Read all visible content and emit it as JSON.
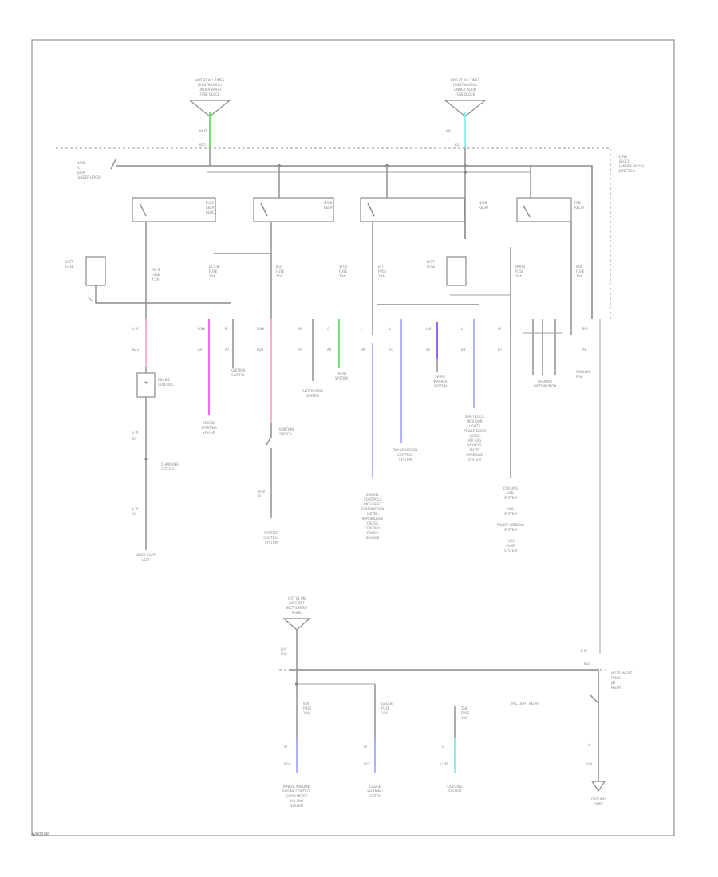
{
  "page": {
    "footer_code": "W0000M"
  },
  "colors": {
    "frame": "#9a9a9a",
    "wire": "#8a8a8a",
    "green": "#66dd66",
    "cyan": "#88eeee",
    "pink": "#ffaacc",
    "magenta": "#ff55ff",
    "blue": "#aaaaff",
    "violet": "#8855ff"
  },
  "icons": [
    "fuse-box-icon",
    "relay-switch-icon",
    "ground-icon",
    "connector-icon"
  ],
  "labels": {
    "hot_a": [
      "HOT AT ALL TIMES",
      "(CONTINUOUS)",
      "UNDER HOOD",
      "FUSE BLOCK"
    ],
    "hot_b": [
      "HOT AT ALL TIMES",
      "(CONTINUOUS)",
      "UNDER HOOD",
      "FUSE BLOCK"
    ],
    "right_top": [
      "FUSE",
      "BLOCK",
      "(UNDER HOOD)",
      "JUNCTION"
    ],
    "left_fl": [
      "MAIN",
      "FL",
      "100A",
      "(UNDER HOOD)"
    ],
    "batt_left": [
      "BATT",
      "FUSE"
    ],
    "batt_mid": [
      "BATT",
      "FUSE"
    ],
    "relay_1": [
      "FUSE",
      "RELAY",
      "BLOCK"
    ],
    "relay_2": [
      "MAIN",
      "RELAY"
    ],
    "relay_4": [
      "MAIN",
      "RELAY"
    ],
    "relay_5": [
      "FAN",
      "RELAY"
    ],
    "fuse_1": [
      "ALT-S",
      "FUSE",
      "7.5A"
    ],
    "fuse_2": [
      "ECU-B",
      "FUSE",
      "10A"
    ],
    "fuse_3": [
      "IG2",
      "FUSE",
      "15A"
    ],
    "fuse_4": [
      "STOP",
      "FUSE",
      "10A"
    ],
    "fuse_5": [
      "EFI",
      "FUSE",
      "20A"
    ],
    "fuse_6": [
      "HORN",
      "FUSE",
      "10A"
    ],
    "fuse_7": [
      "RDI",
      "FUSE",
      "30A"
    ],
    "dest_generator": [
      "ENGINE",
      "STARTING",
      "SYSTEM"
    ],
    "dest_ignition": [
      "IGNITION",
      "SWITCH"
    ],
    "dest_charging": [
      "CHARGING",
      "SYSTEM"
    ],
    "dest_alt": [
      "ALTERNATOR",
      "SYSTEM"
    ],
    "dest_transmission": [
      "TRANSMISSION",
      "CONTROL",
      "SYSTEM"
    ],
    "dest_horn": [
      "HORN",
      "SYSTEM"
    ],
    "dest_wiper": [
      "WIPER",
      "WASHER",
      "SYSTEM"
    ],
    "dest_cooling": [
      "COOLING",
      "FAN",
      "SYSTEM"
    ],
    "dest_power_window": [
      "POWER WINDOW",
      "SYSTEM"
    ],
    "dest_ground": [
      "GROUND",
      "DISTRIBUTION"
    ],
    "dest_fuel": [
      "FUEL",
      "PUMP",
      "SYSTEM"
    ],
    "dest_abs": [
      "ABS",
      "SYSTEM"
    ],
    "dest_left_bottom": [
      "HEADLIGHTS",
      "LEFT"
    ],
    "ignition_sw": [
      "IGNITION",
      "SWITCH"
    ],
    "dest_starter": [
      "STARTER",
      "CONTROL",
      "SYSTEM"
    ],
    "engine_lamp": [
      "ENGINE",
      "CONTROL"
    ],
    "efi_list": [
      "ENGINE",
      "CONTROLS",
      "ANTI-THEFT",
      "COMBINATION",
      "METER",
      "IMMOBILIZER",
      "CRUISE",
      "CONTROL",
      "POWER",
      "SOURCE"
    ],
    "horn_list": [
      "SHIFT LOCK",
      "INTERIOR",
      "LIGHTS",
      "POWER DOOR",
      "LOCKS",
      "AIR BAG",
      "KEYLESS",
      "ENTRY",
      "CHARGING",
      "SYSTEM"
    ],
    "jb_hot": [
      "HOT IN ON",
      "OR START",
      "INSTRUMENT",
      "PANEL"
    ],
    "jb_right": [
      "INSTRUMENT",
      "PANEL",
      "J/B",
      "RELAY"
    ],
    "jb_relay": [
      "TAIL LIGHT RELAY"
    ],
    "jb_fuse_1": [
      "IGN",
      "FUSE",
      "10A"
    ],
    "jb_fuse_2": [
      "GAUGE",
      "FUSE",
      "10A"
    ],
    "jb_fuse_3": [
      "TAIL",
      "FUSE",
      "10A"
    ],
    "jb_dest_1": [
      "POWER WINDOW",
      "ENGINE CONTROL",
      "COMB METER",
      "AIR BAG",
      "SYSTEM"
    ],
    "jb_dest_2": [
      "GAUGE",
      "WARNING",
      "SYSTEM"
    ],
    "jb_dest_3": [
      "LIGHTING",
      "SYSTEM"
    ],
    "jb_ground": [
      "GROUND",
      "POINT"
    ]
  }
}
